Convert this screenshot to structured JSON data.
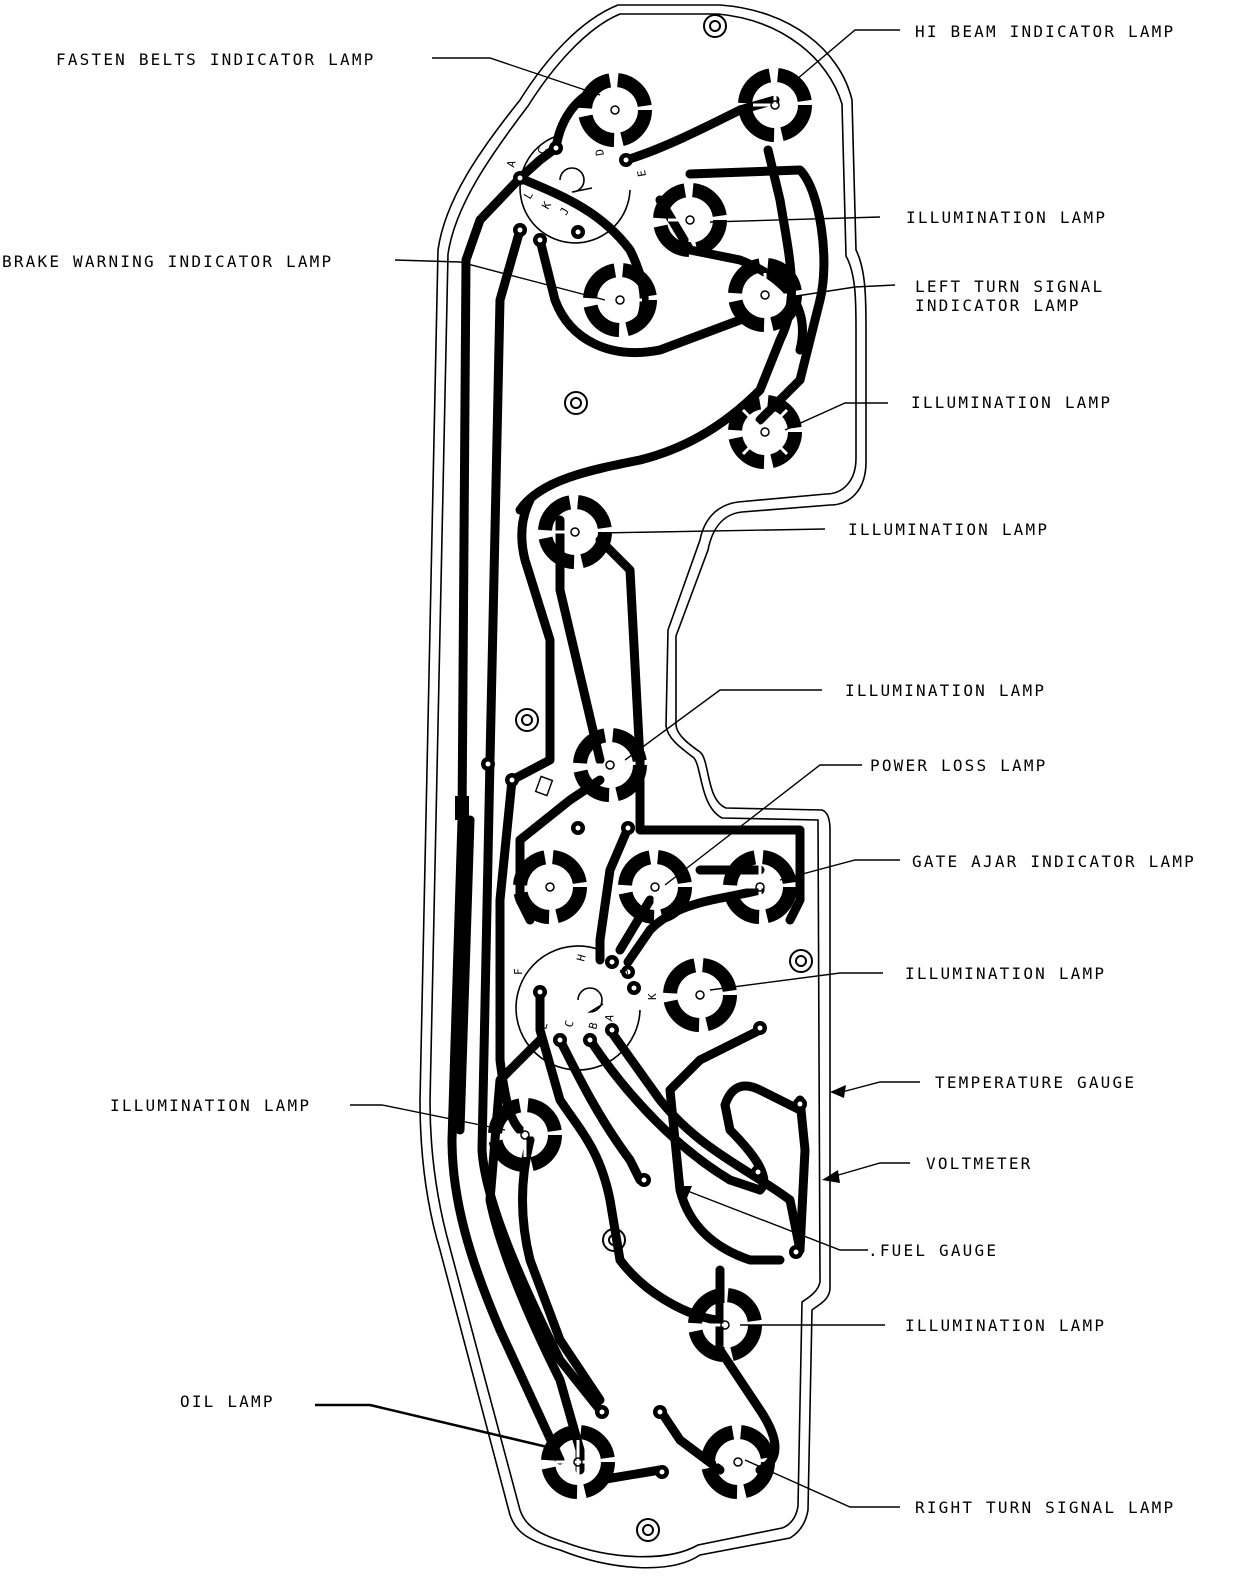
{
  "diagram": {
    "callouts": [
      {
        "id": "fasten-belts",
        "lines": [
          "FASTEN BELTS INDICATOR LAMP"
        ]
      },
      {
        "id": "hi-beam",
        "lines": [
          "HI BEAM INDICATOR LAMP"
        ]
      },
      {
        "id": "illum-1",
        "lines": [
          "ILLUMINATION LAMP"
        ]
      },
      {
        "id": "brake-warning",
        "lines": [
          "BRAKE WARNING INDICATOR LAMP"
        ]
      },
      {
        "id": "left-turn",
        "lines": [
          "LEFT TURN SIGNAL",
          "INDICATOR LAMP"
        ]
      },
      {
        "id": "illum-2",
        "lines": [
          "ILLUMINATION LAMP"
        ]
      },
      {
        "id": "illum-3",
        "lines": [
          "ILLUMINATION LAMP"
        ]
      },
      {
        "id": "illum-4",
        "lines": [
          "ILLUMINATION LAMP"
        ]
      },
      {
        "id": "power-loss",
        "lines": [
          "POWER LOSS LAMP"
        ]
      },
      {
        "id": "gate-ajar",
        "lines": [
          "GATE AJAR INDICATOR LAMP"
        ]
      },
      {
        "id": "illum-5",
        "lines": [
          "ILLUMINATION LAMP"
        ]
      },
      {
        "id": "temperature",
        "lines": [
          "TEMPERATURE GAUGE"
        ]
      },
      {
        "id": "voltmeter",
        "lines": [
          "VOLTMETER"
        ]
      },
      {
        "id": "illum-6",
        "lines": [
          "ILLUMINATION LAMP"
        ]
      },
      {
        "id": "fuel-gauge",
        "lines": [
          ".FUEL GAUGE"
        ]
      },
      {
        "id": "illum-7",
        "lines": [
          "ILLUMINATION LAMP"
        ]
      },
      {
        "id": "oil",
        "lines": [
          "OIL LAMP"
        ]
      },
      {
        "id": "right-turn",
        "lines": [
          "RIGHT TURN SIGNAL LAMP"
        ]
      }
    ],
    "connector_upper": {
      "pins": [
        "A",
        "C",
        "D",
        "E",
        "J",
        "K",
        "L"
      ]
    },
    "connector_lower": {
      "pins": [
        "F",
        "H",
        "J",
        "K",
        "E",
        "C",
        "B",
        "A"
      ]
    }
  }
}
